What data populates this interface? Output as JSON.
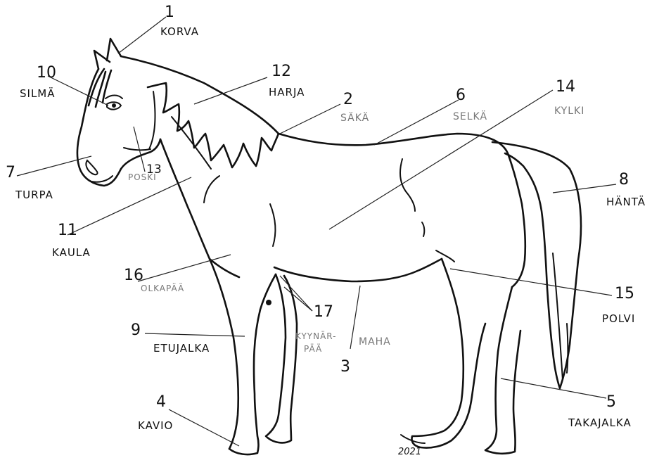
{
  "labels": {
    "korva": {
      "num": "1",
      "text": "KORVA"
    },
    "saka": {
      "num": "2",
      "text": "SÄKÄ"
    },
    "maha": {
      "num": "3",
      "text": "MAHA"
    },
    "kavio": {
      "num": "4",
      "text": "KAVIO"
    },
    "takajalka": {
      "num": "5",
      "text": "TAKAJALKA"
    },
    "selka": {
      "num": "6",
      "text": "SELKÄ"
    },
    "turpa": {
      "num": "7",
      "text": "TURPA"
    },
    "hanta": {
      "num": "8",
      "text": "HÄNTÄ"
    },
    "etujalka": {
      "num": "9",
      "text": "ETUJALKA"
    },
    "silma": {
      "num": "10",
      "text": "SILMÄ"
    },
    "kaula": {
      "num": "11",
      "text": "KAULA"
    },
    "harja": {
      "num": "12",
      "text": "HARJA"
    },
    "poski": {
      "num": "13",
      "text": "POSKI"
    },
    "kylki": {
      "num": "14",
      "text": "KYLKI"
    },
    "polvi": {
      "num": "15",
      "text": "POLVI"
    },
    "olkapaa": {
      "num": "16",
      "text": "OLKAPÄÄ"
    },
    "kyynarpaa": {
      "num": "17",
      "text_line1": "KYYNÄR-",
      "text_line2": "PÄÄ"
    }
  },
  "signature": "2021"
}
